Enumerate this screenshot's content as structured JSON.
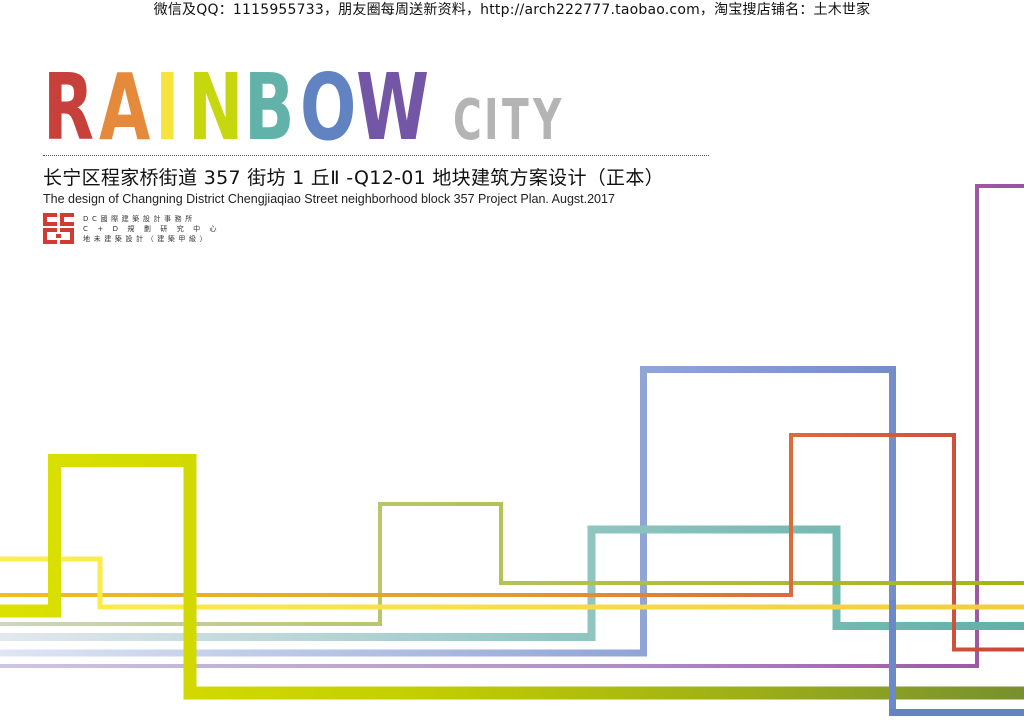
{
  "watermark": {
    "text": "微信及QQ：1115955733，朋友圈每周送新资料，http://arch222777.taobao.com，淘宝搜店铺名：土木世家"
  },
  "brand": {
    "letters": [
      {
        "char": "R",
        "color": "#c8403a"
      },
      {
        "char": "A",
        "color": "#e58a3a"
      },
      {
        "char": "I",
        "color": "#f6e33c"
      },
      {
        "char": "N",
        "color": "#c6d60f"
      },
      {
        "char": "B",
        "color": "#62b2a9"
      },
      {
        "char": "O",
        "color": "#6183c2"
      },
      {
        "char": "W",
        "color": "#7357a6"
      }
    ],
    "sub_letters": [
      "C",
      "I",
      "T",
      "Y"
    ],
    "sub_color": "#b4b4b4"
  },
  "title": {
    "cn": "长宁区程家桥街道 357 街坊 1 丘Ⅱ -Q12-01 地块建筑方案设计（正本）",
    "en": "The design of  Changning District Chengjiaqiao Street neighborhood block 357 Project Plan. Augst.2017"
  },
  "logo": {
    "color": "#d23a32",
    "lines": [
      "DC國際建築設計事務所",
      "C + D 規 劃 研 究 中 心",
      "地未建築設計（建築甲級）"
    ]
  },
  "graphics": {
    "lines": [
      {
        "name": "purple-tall-line",
        "color_start": "#c7b3d6",
        "color_end": "#9b51a0"
      },
      {
        "name": "blue-box-line",
        "color_start": "#d7e0f2",
        "color_end": "#6682c4"
      },
      {
        "name": "red-box-line",
        "color_start": "#e39a3a",
        "color_end": "#c9453a"
      },
      {
        "name": "teal-box-line",
        "color_start": "#e1e7ee",
        "color_end": "#5fb1a8"
      },
      {
        "name": "olive-box-line",
        "color_start": "#c7d0bd",
        "color_end": "#a3b418"
      },
      {
        "name": "yellow-thin-line",
        "color_start": "#f9ed4a",
        "color_end": "#f2ce3a"
      },
      {
        "name": "lime-thick-line",
        "color_start": "#dbe100",
        "color_end": "#7a922c"
      }
    ]
  }
}
